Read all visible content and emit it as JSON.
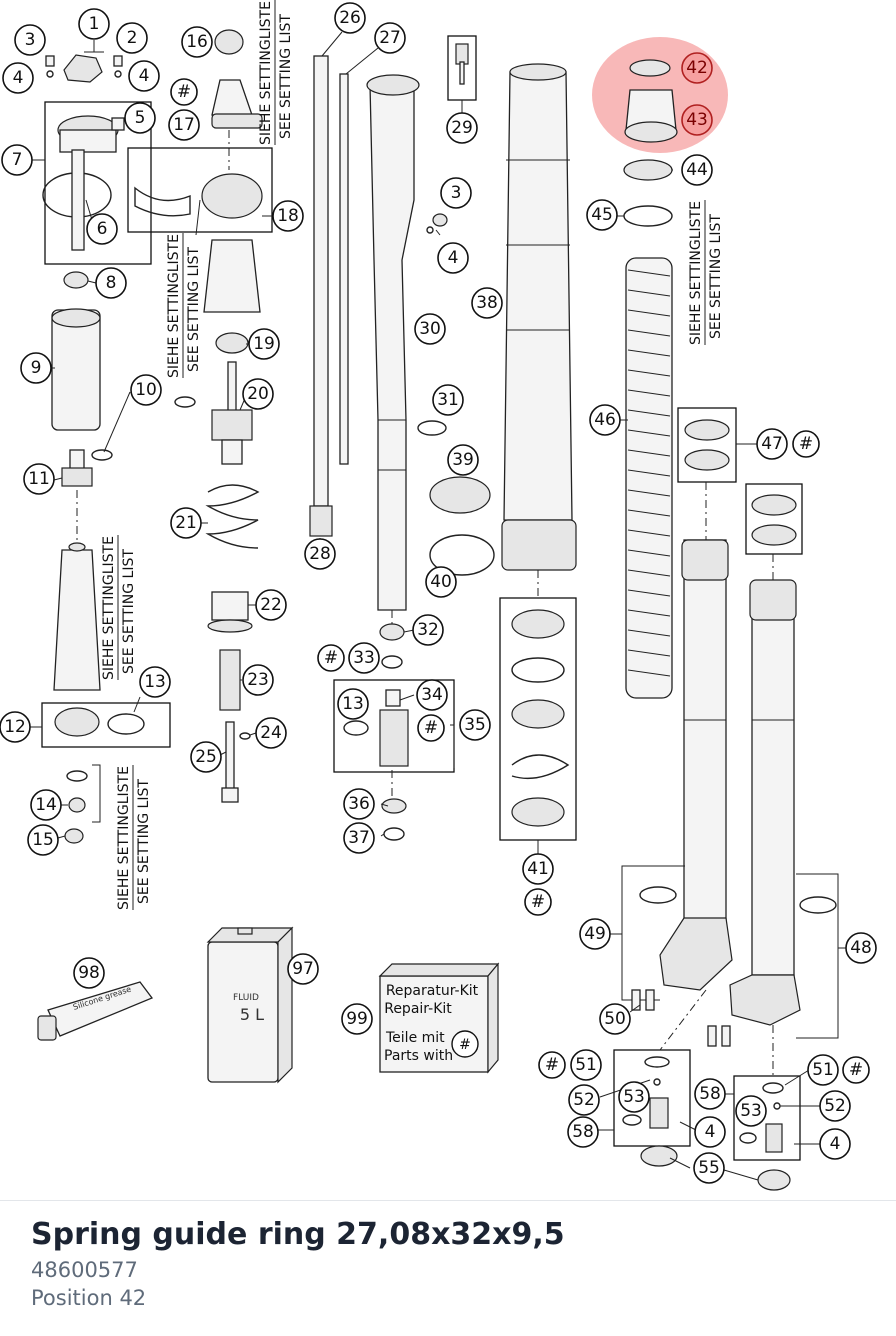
{
  "diagram": {
    "callouts": [
      {
        "text": "1"
      },
      {
        "text": "2"
      },
      {
        "text": "3"
      },
      {
        "text": "4"
      },
      {
        "text": "4"
      },
      {
        "text": "5"
      },
      {
        "text": "7"
      },
      {
        "text": "6"
      },
      {
        "text": "8"
      },
      {
        "text": "9"
      },
      {
        "text": "10"
      },
      {
        "text": "11"
      },
      {
        "text": "12"
      },
      {
        "text": "13"
      },
      {
        "text": "14"
      },
      {
        "text": "15"
      },
      {
        "text": "16"
      },
      {
        "text": "#"
      },
      {
        "text": "17"
      },
      {
        "text": "18"
      },
      {
        "text": "19"
      },
      {
        "text": "20"
      },
      {
        "text": "21"
      },
      {
        "text": "22"
      },
      {
        "text": "23"
      },
      {
        "text": "24"
      },
      {
        "text": "25"
      },
      {
        "text": "26"
      },
      {
        "text": "27"
      },
      {
        "text": "28"
      },
      {
        "text": "29"
      },
      {
        "text": "3"
      },
      {
        "text": "4"
      },
      {
        "text": "30"
      },
      {
        "text": "31"
      },
      {
        "text": "32"
      },
      {
        "text": "#"
      },
      {
        "text": "33"
      },
      {
        "text": "13"
      },
      {
        "text": "34"
      },
      {
        "text": "#"
      },
      {
        "text": "35"
      },
      {
        "text": "36"
      },
      {
        "text": "37"
      },
      {
        "text": "38"
      },
      {
        "text": "39"
      },
      {
        "text": "40"
      },
      {
        "text": "41"
      },
      {
        "text": "#"
      },
      {
        "text": "42"
      },
      {
        "text": "43"
      },
      {
        "text": "44"
      },
      {
        "text": "45"
      },
      {
        "text": "46"
      },
      {
        "text": "47"
      },
      {
        "text": "#"
      },
      {
        "text": "49"
      },
      {
        "text": "48"
      },
      {
        "text": "50"
      },
      {
        "text": "#"
      },
      {
        "text": "51"
      },
      {
        "text": "52"
      },
      {
        "text": "53"
      },
      {
        "text": "58"
      },
      {
        "text": "4"
      },
      {
        "text": "55"
      },
      {
        "text": "58"
      },
      {
        "text": "53"
      },
      {
        "text": "51"
      },
      {
        "text": "#"
      },
      {
        "text": "52"
      },
      {
        "text": "4"
      },
      {
        "text": "98"
      },
      {
        "text": "97"
      },
      {
        "text": "99"
      }
    ],
    "setting_notes": [
      {
        "line1": "SIEHE SETTINGLISTE",
        "line2": "SEE SETTING LIST"
      },
      {
        "line1": "SIEHE SETTINGLISTE",
        "line2": "SEE SETTING LIST"
      },
      {
        "line1": "SIEHE SETTINGLISTE",
        "line2": "SEE SETTING LIST"
      },
      {
        "line1": "SIEHE SETTINGLISTE",
        "line2": "SEE SETTING LIST"
      },
      {
        "line1": "SIEHE SETTINGLISTE",
        "line2": "SEE SETTING LIST"
      }
    ],
    "repair_kit": {
      "line1": "Reparatur-Kit",
      "line2": "Repair-Kit",
      "line3": "Teile mit",
      "line4": "Parts with",
      "mark": "#"
    },
    "can_label": {
      "brand": "FLUID",
      "volume": "5 L"
    },
    "tube_label": "Silicone grease",
    "highlight_color": "#f6a0a0"
  },
  "footer": {
    "title": "Spring guide ring 27,08x32x9,5",
    "part_number": "48600577",
    "position": "Position 42"
  }
}
